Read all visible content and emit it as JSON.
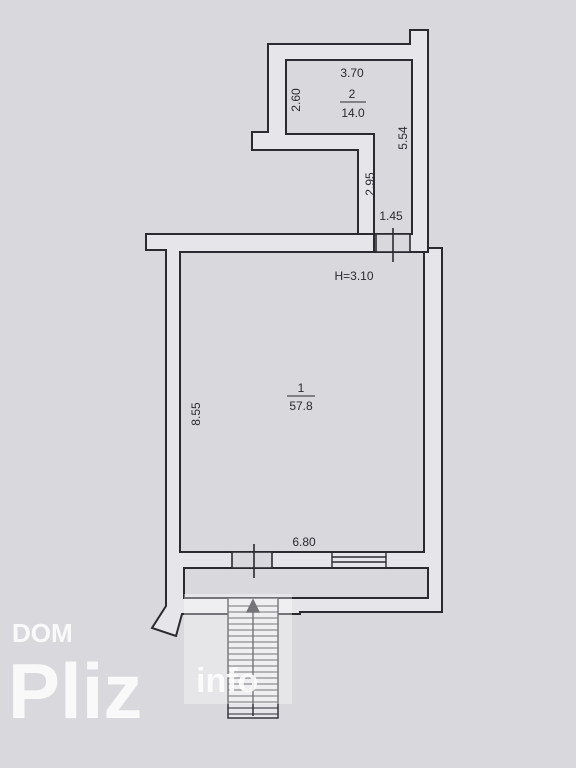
{
  "rooms": [
    {
      "number": "1",
      "area": "57.8"
    },
    {
      "number": "2",
      "area": "14.0"
    }
  ],
  "dimensions": {
    "room2_width": "3.70",
    "room2_height": "2.60",
    "room2_side": "5.54",
    "corridor_length": "2.95",
    "door_width": "1.45",
    "ceiling_height": "H=3.10",
    "room1_length": "8.55",
    "room1_width": "6.80"
  },
  "watermark": {
    "line1": "DOM",
    "line2": "Pliz",
    "line3": "info"
  },
  "colors": {
    "paper": "#d9d8dc",
    "wall_fill": "#e6e6ea",
    "ink": "#2b2a31"
  }
}
